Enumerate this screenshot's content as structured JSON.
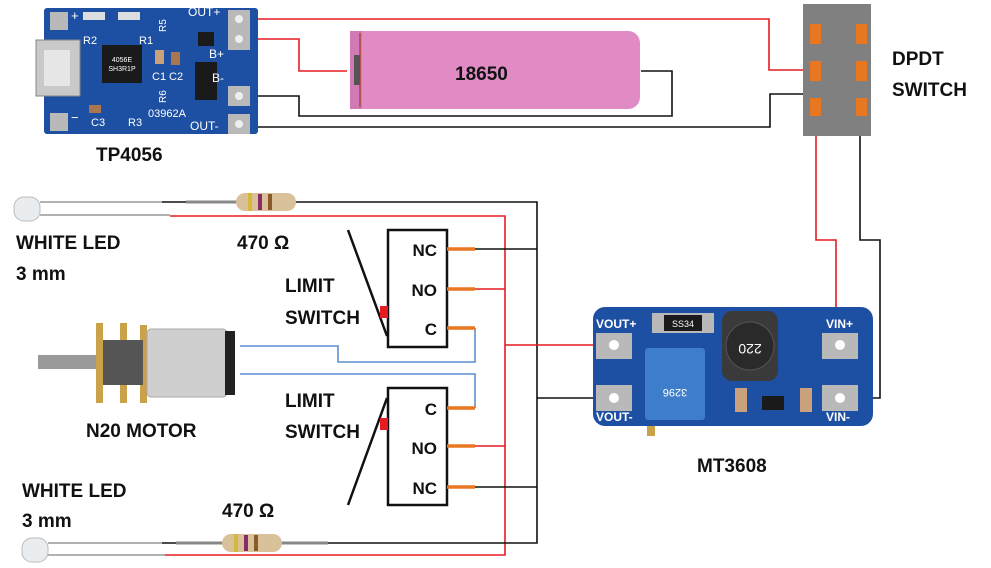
{
  "diagram": {
    "title": "",
    "components": {
      "tp4056": {
        "label": "TP4056",
        "pins": [
          "OUT+",
          "B+",
          "B-",
          "OUT-"
        ],
        "silkscreen": {
          "plus": "+",
          "minus": "−",
          "r2": "R2",
          "r1": "R1",
          "r5": "R5",
          "r6": "R6",
          "r3": "R3",
          "c1": "C1",
          "c2": "C2",
          "c3": "C3",
          "code": "03962A",
          "chip": "4056E",
          "chip2": "SH3R1P"
        }
      },
      "battery": {
        "label": "18650"
      },
      "dpdt": {
        "label_line1": "DPDT",
        "label_line2": "SWITCH"
      },
      "mt3608": {
        "label": "MT3608",
        "pins": [
          "VOUT+",
          "VOUT-",
          "VIN+",
          "VIN-"
        ],
        "diode": "SS34",
        "inductor": "220",
        "pot": "3296"
      },
      "led_top": {
        "label_line1": "WHITE LED",
        "label_line2": "3 mm"
      },
      "led_bottom": {
        "label_line1": "WHITE LED",
        "label_line2": "3 mm"
      },
      "resistor_top": {
        "label": "470 Ω",
        "value_ohm": 470
      },
      "resistor_bottom": {
        "label": "470 Ω",
        "value_ohm": 470
      },
      "limit_switch_top": {
        "label_line1": "LIMIT",
        "label_line2": "SWITCH",
        "pins": [
          "NC",
          "NO",
          "C"
        ]
      },
      "limit_switch_bottom": {
        "label_line1": "LIMIT",
        "label_line2": "SWITCH",
        "pins": [
          "C",
          "NO",
          "NC"
        ]
      },
      "motor": {
        "label": "N20 MOTOR"
      }
    },
    "colors": {
      "wire_positive": "#e51c23",
      "wire_negative": "#111111",
      "wire_motor": "#5b8fd1",
      "switch_pins": "#e87722",
      "pcb_blue": "#1d4fa3",
      "dpdt_body": "#808080",
      "battery_pink": "#e08bc4"
    }
  }
}
